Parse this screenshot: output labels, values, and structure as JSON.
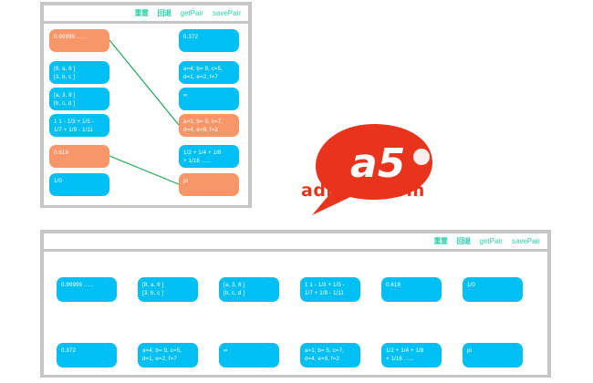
{
  "toolbar": {
    "buttons": [
      {
        "label": "重置",
        "name": "reset-button",
        "cjk": true
      },
      {
        "label": "回退",
        "name": "undo-button",
        "cjk": true
      },
      {
        "label": "getPair",
        "name": "get-pair-button",
        "cjk": false
      },
      {
        "label": "savePair",
        "name": "save-pair-button",
        "cjk": false
      }
    ]
  },
  "colors": {
    "cyan": "#00c0f3",
    "orange": "#f79668",
    "link": "#1faa59",
    "panel_border": "#c6c6c6",
    "toolbar_text": "#2ad2a8",
    "watermark_red": "#e8341c"
  },
  "top_panel": {
    "left_column": [
      {
        "id": "l0",
        "lines": [
          "0.99999 ......"
        ],
        "color": "orange"
      },
      {
        "id": "l1",
        "lines": [
          "[8, a, 6 ]",
          "[3, b, c ]"
        ],
        "color": "cyan"
      },
      {
        "id": "l2",
        "lines": [
          "[a, 3, 8 ]",
          "[b, c, d ]"
        ],
        "color": "cyan"
      },
      {
        "id": "l3",
        "lines": [
          "1 1 - 1/3 + 1/5 -",
          "1/7 + 1/9 - 1/11"
        ],
        "color": "cyan"
      },
      {
        "id": "l4",
        "lines": [
          "0.618"
        ],
        "color": "orange"
      },
      {
        "id": "l5",
        "lines": [
          "1/0"
        ],
        "color": "cyan"
      }
    ],
    "right_column": [
      {
        "id": "r0",
        "lines": [
          "0.372"
        ],
        "color": "cyan"
      },
      {
        "id": "r1",
        "lines": [
          "a=4; b= 9, c=5,",
          "d=1, e=2, f=7"
        ],
        "color": "cyan"
      },
      {
        "id": "r2",
        "lines": [
          "∞"
        ],
        "color": "cyan"
      },
      {
        "id": "r3",
        "lines": [
          "a=1; b= 5, c=7,",
          "d=4, e=9, f=2"
        ],
        "color": "orange"
      },
      {
        "id": "r4",
        "lines": [
          "1/2 + 1/4 + 1/8",
          "+ 1/16 ......"
        ],
        "color": "cyan"
      },
      {
        "id": "r5",
        "lines": [
          "pi"
        ],
        "color": "orange"
      }
    ],
    "links": [
      {
        "from": "l0",
        "to": "r3"
      },
      {
        "from": "l4",
        "to": "r5"
      }
    ]
  },
  "bottom_panel": {
    "row1": [
      {
        "lines": [
          "0.99999 ......"
        ],
        "color": "cyan"
      },
      {
        "lines": [
          "[8, a, 6 ]",
          "[3, b, c ]"
        ],
        "color": "cyan"
      },
      {
        "lines": [
          "[a, 3, 8 ]",
          "[b, c, d ]"
        ],
        "color": "cyan"
      },
      {
        "lines": [
          "1 1 - 1/3 + 1/5 -",
          "1/7 + 1/9 - 1/11"
        ],
        "color": "cyan"
      },
      {
        "lines": [
          "0.618"
        ],
        "color": "cyan"
      },
      {
        "lines": [
          "1/0"
        ],
        "color": "cyan"
      }
    ],
    "row2": [
      {
        "lines": [
          "0.372"
        ],
        "color": "cyan"
      },
      {
        "lines": [
          "a=4; b= 9, c=5,",
          "d=1, e=2, f=7"
        ],
        "color": "cyan"
      },
      {
        "lines": [
          "∞"
        ],
        "color": "cyan"
      },
      {
        "lines": [
          "a=1; b= 5, c=7,",
          "d=4, e=9, f=2"
        ],
        "color": "cyan"
      },
      {
        "lines": [
          "1/2 + 1/4 + 1/8",
          "+ 1/16 ......"
        ],
        "color": "cyan"
      },
      {
        "lines": [
          "pi"
        ],
        "color": "cyan"
      }
    ]
  },
  "watermark": {
    "logo_text": "a5",
    "site_text": "admin5.com"
  }
}
